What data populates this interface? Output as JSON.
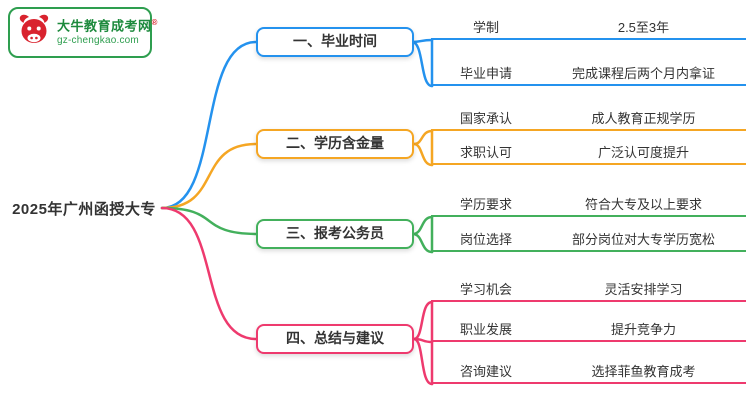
{
  "logo": {
    "site_name": "大牛教育成考网",
    "trademark": "®",
    "site_url": "gz-chengkao.com",
    "icon": "bull-icon",
    "colors": {
      "green": "#2e9e4f",
      "red": "#d9232e"
    }
  },
  "root": {
    "title": "2025年广州函授大专"
  },
  "branches": [
    {
      "label": "一、毕业时间",
      "color": "#2492ee",
      "children": [
        {
          "label": "学制",
          "value": "2.5至3年"
        },
        {
          "label": "毕业申请",
          "value": "完成课程后两个月内拿证"
        }
      ]
    },
    {
      "label": "二、学历含金量",
      "color": "#f5a623",
      "children": [
        {
          "label": "国家承认",
          "value": "成人教育正规学历"
        },
        {
          "label": "求职认可",
          "value": "广泛认可度提升"
        }
      ]
    },
    {
      "label": "三、报考公务员",
      "color": "#43b05c",
      "children": [
        {
          "label": "学历要求",
          "value": "符合大专及以上要求"
        },
        {
          "label": "岗位选择",
          "value": "部分岗位对大专学历宽松"
        }
      ]
    },
    {
      "label": "四、总结与建议",
      "color": "#ee3a6e",
      "children": [
        {
          "label": "学习机会",
          "value": "灵活安排学习"
        },
        {
          "label": "职业发展",
          "value": "提升竞争力"
        },
        {
          "label": "咨询建议",
          "value": "选择菲鱼教育成考"
        }
      ]
    }
  ]
}
